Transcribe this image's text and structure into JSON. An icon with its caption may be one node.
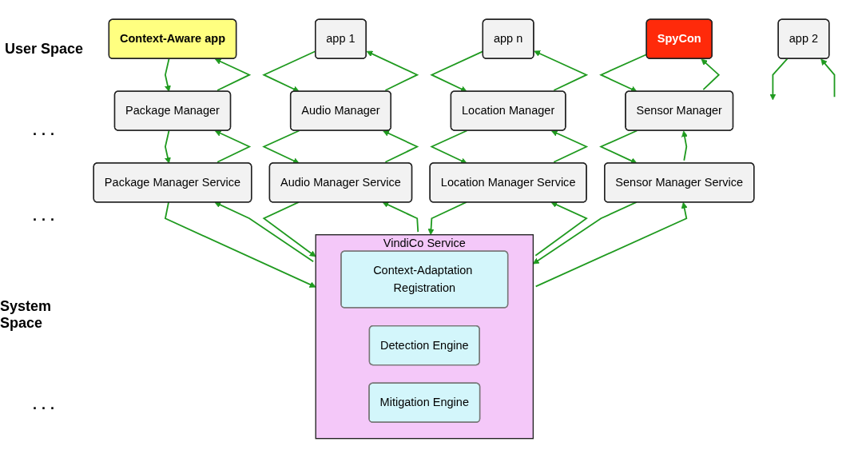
{
  "diagram": {
    "nodes": [
      {
        "text": [
          "Context-Aware app"
        ]
      },
      {
        "text": [
          "app 1"
        ]
      },
      {
        "text": [
          "app 2"
        ]
      },
      {
        "text": [
          "app n"
        ]
      },
      {
        "text": [
          "SpyCon"
        ]
      },
      {
        "text": [
          "Package Manager"
        ]
      },
      {
        "text": [
          "Audio Manager"
        ]
      },
      {
        "text": [
          "Location Manager"
        ]
      },
      {
        "text": [
          "Sensor Manager"
        ]
      },
      {
        "text": [
          "Package Manager Service"
        ]
      },
      {
        "text": [
          "Audio Manager Service"
        ]
      },
      {
        "text": [
          "Location Manager Service"
        ]
      },
      {
        "text": [
          "Sensor Manager Service"
        ]
      },
      {
        "text": [
          "VindiCo Service"
        ]
      },
      {
        "text": [
          "Context-Adaptation Registration"
        ],
        "in": 13
      },
      {
        "text": [
          "Detection Engine"
        ],
        "in": 13
      },
      {
        "text": [
          "Mitigation Engine"
        ],
        "in": 13
      }
    ],
    "edges": [
      {
        "from": 0,
        "to": 5,
        "arrow": "to"
      },
      {
        "from": 5,
        "to": 0,
        "arrow": "to"
      },
      {
        "from": 1,
        "to": 6,
        "arrow": "to"
      },
      {
        "from": 6,
        "to": 1,
        "arrow": "to"
      },
      {
        "from": 2,
        "to": null,
        "arrow": "to"
      },
      {
        "from": null,
        "to": 2,
        "arrow": "to"
      },
      {
        "from": 3,
        "to": 7,
        "arrow": "to"
      },
      {
        "from": 7,
        "to": 3,
        "arrow": "to"
      },
      {
        "from": 4,
        "to": 8,
        "arrow": "to"
      },
      {
        "from": 8,
        "to": 4,
        "arrow": "to"
      },
      {
        "from": 5,
        "to": 9,
        "arrow": "to"
      },
      {
        "from": 9,
        "to": 5,
        "arrow": "to"
      },
      {
        "from": 6,
        "to": 10,
        "arrow": "to"
      },
      {
        "from": 10,
        "to": 6,
        "arrow": "to"
      },
      {
        "from": 7,
        "to": 11,
        "arrow": "to"
      },
      {
        "from": 11,
        "to": 7,
        "arrow": "to"
      },
      {
        "from": 8,
        "to": 12,
        "arrow": "to"
      },
      {
        "from": 12,
        "to": 8,
        "arrow": "to"
      },
      {
        "from": 9,
        "to": 13,
        "arrow": "to"
      },
      {
        "from": 13,
        "to": 9,
        "arrow": "to"
      },
      {
        "from": 10,
        "to": 13,
        "arrow": "to"
      },
      {
        "from": 13,
        "to": 10,
        "arrow": "to"
      },
      {
        "from": 11,
        "to": 13,
        "arrow": "to"
      },
      {
        "from": 13,
        "to": 11,
        "arrow": "to"
      },
      {
        "from": 12,
        "to": 13,
        "arrow": "to"
      },
      {
        "from": 13,
        "to": 12,
        "arrow": "to"
      }
    ],
    "labels": [
      "User Space",
      "· · ·",
      "· · ·",
      "System Space",
      "· · ·"
    ]
  }
}
